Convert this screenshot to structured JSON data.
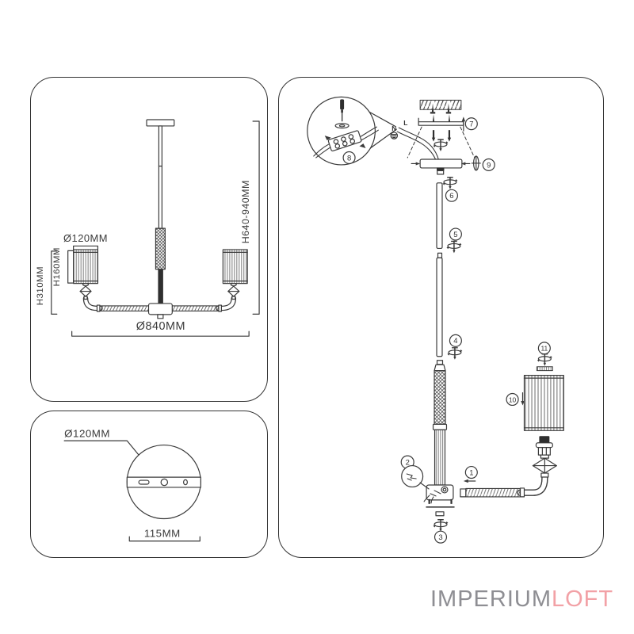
{
  "brand": {
    "imperium": "IMPERIUM",
    "loft": "LOFT"
  },
  "colors": {
    "line": "#3a3a3a",
    "logo_gray": "#8e8e93",
    "logo_pink": "#f2a1a6"
  },
  "dimension_panel": {
    "shade_diameter": "Ø120MM",
    "shade_height": "H160MM",
    "drop_height": "H310MM",
    "fixture_diameter": "Ø840MM",
    "overall_height": "H640-940MM"
  },
  "canopy_panel": {
    "canopy_diameter": "Ø120MM",
    "plate_width": "115MM"
  },
  "assembly_panel": {
    "wire_labels": {
      "neutral": "N",
      "live": "L"
    },
    "steps": [
      "1",
      "2",
      "3",
      "4",
      "5",
      "6",
      "7",
      "8",
      "9",
      "10",
      "11"
    ]
  }
}
